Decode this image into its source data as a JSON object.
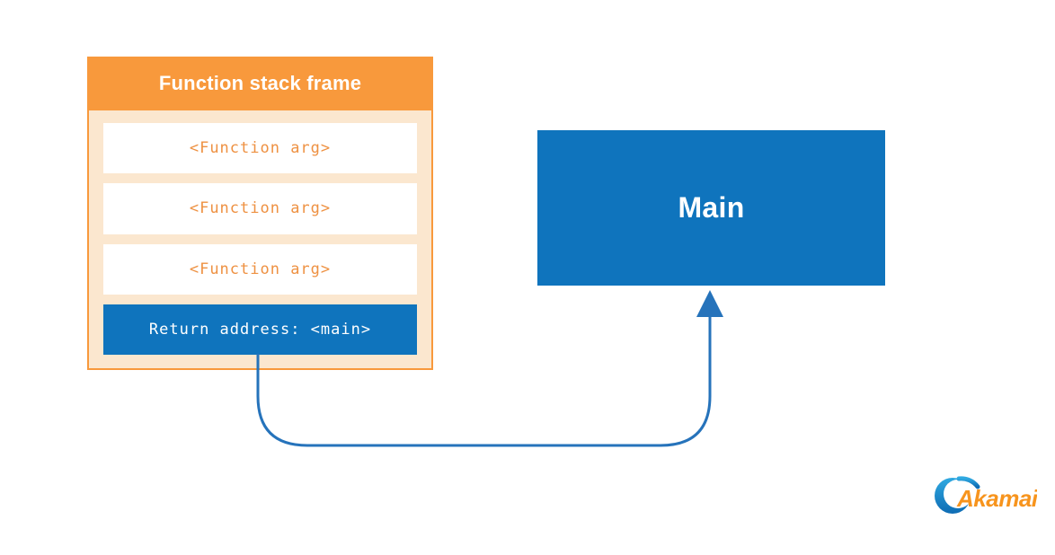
{
  "page": {
    "background": "#FFFFFF",
    "description": "Diagram of a function stack frame whose return address points back to Main"
  },
  "stack_frame": {
    "title": "Function stack frame",
    "rows": [
      {
        "label": "<Function arg>",
        "kind": "function-arg"
      },
      {
        "label": "<Function arg>",
        "kind": "function-arg"
      },
      {
        "label": "<Function arg>",
        "kind": "function-arg"
      },
      {
        "label": "Return address: <main>",
        "kind": "return-address"
      }
    ]
  },
  "main_box": {
    "label": "Main"
  },
  "arrow": {
    "from": "return-address-row",
    "to": "main-box-bottom-center",
    "color": "#2673BB"
  },
  "colors": {
    "orange": "#F8993C",
    "peach_fill": "#FBE7CF",
    "arg_text_orange": "#EE9142",
    "blue": "#0F74BD",
    "white": "#FFFFFF"
  },
  "logo": {
    "text": "Akamai",
    "text_color": "#F7941D",
    "swoosh_light_blue": "#2FA9E1",
    "swoosh_dark_blue": "#0E6CB4"
  }
}
